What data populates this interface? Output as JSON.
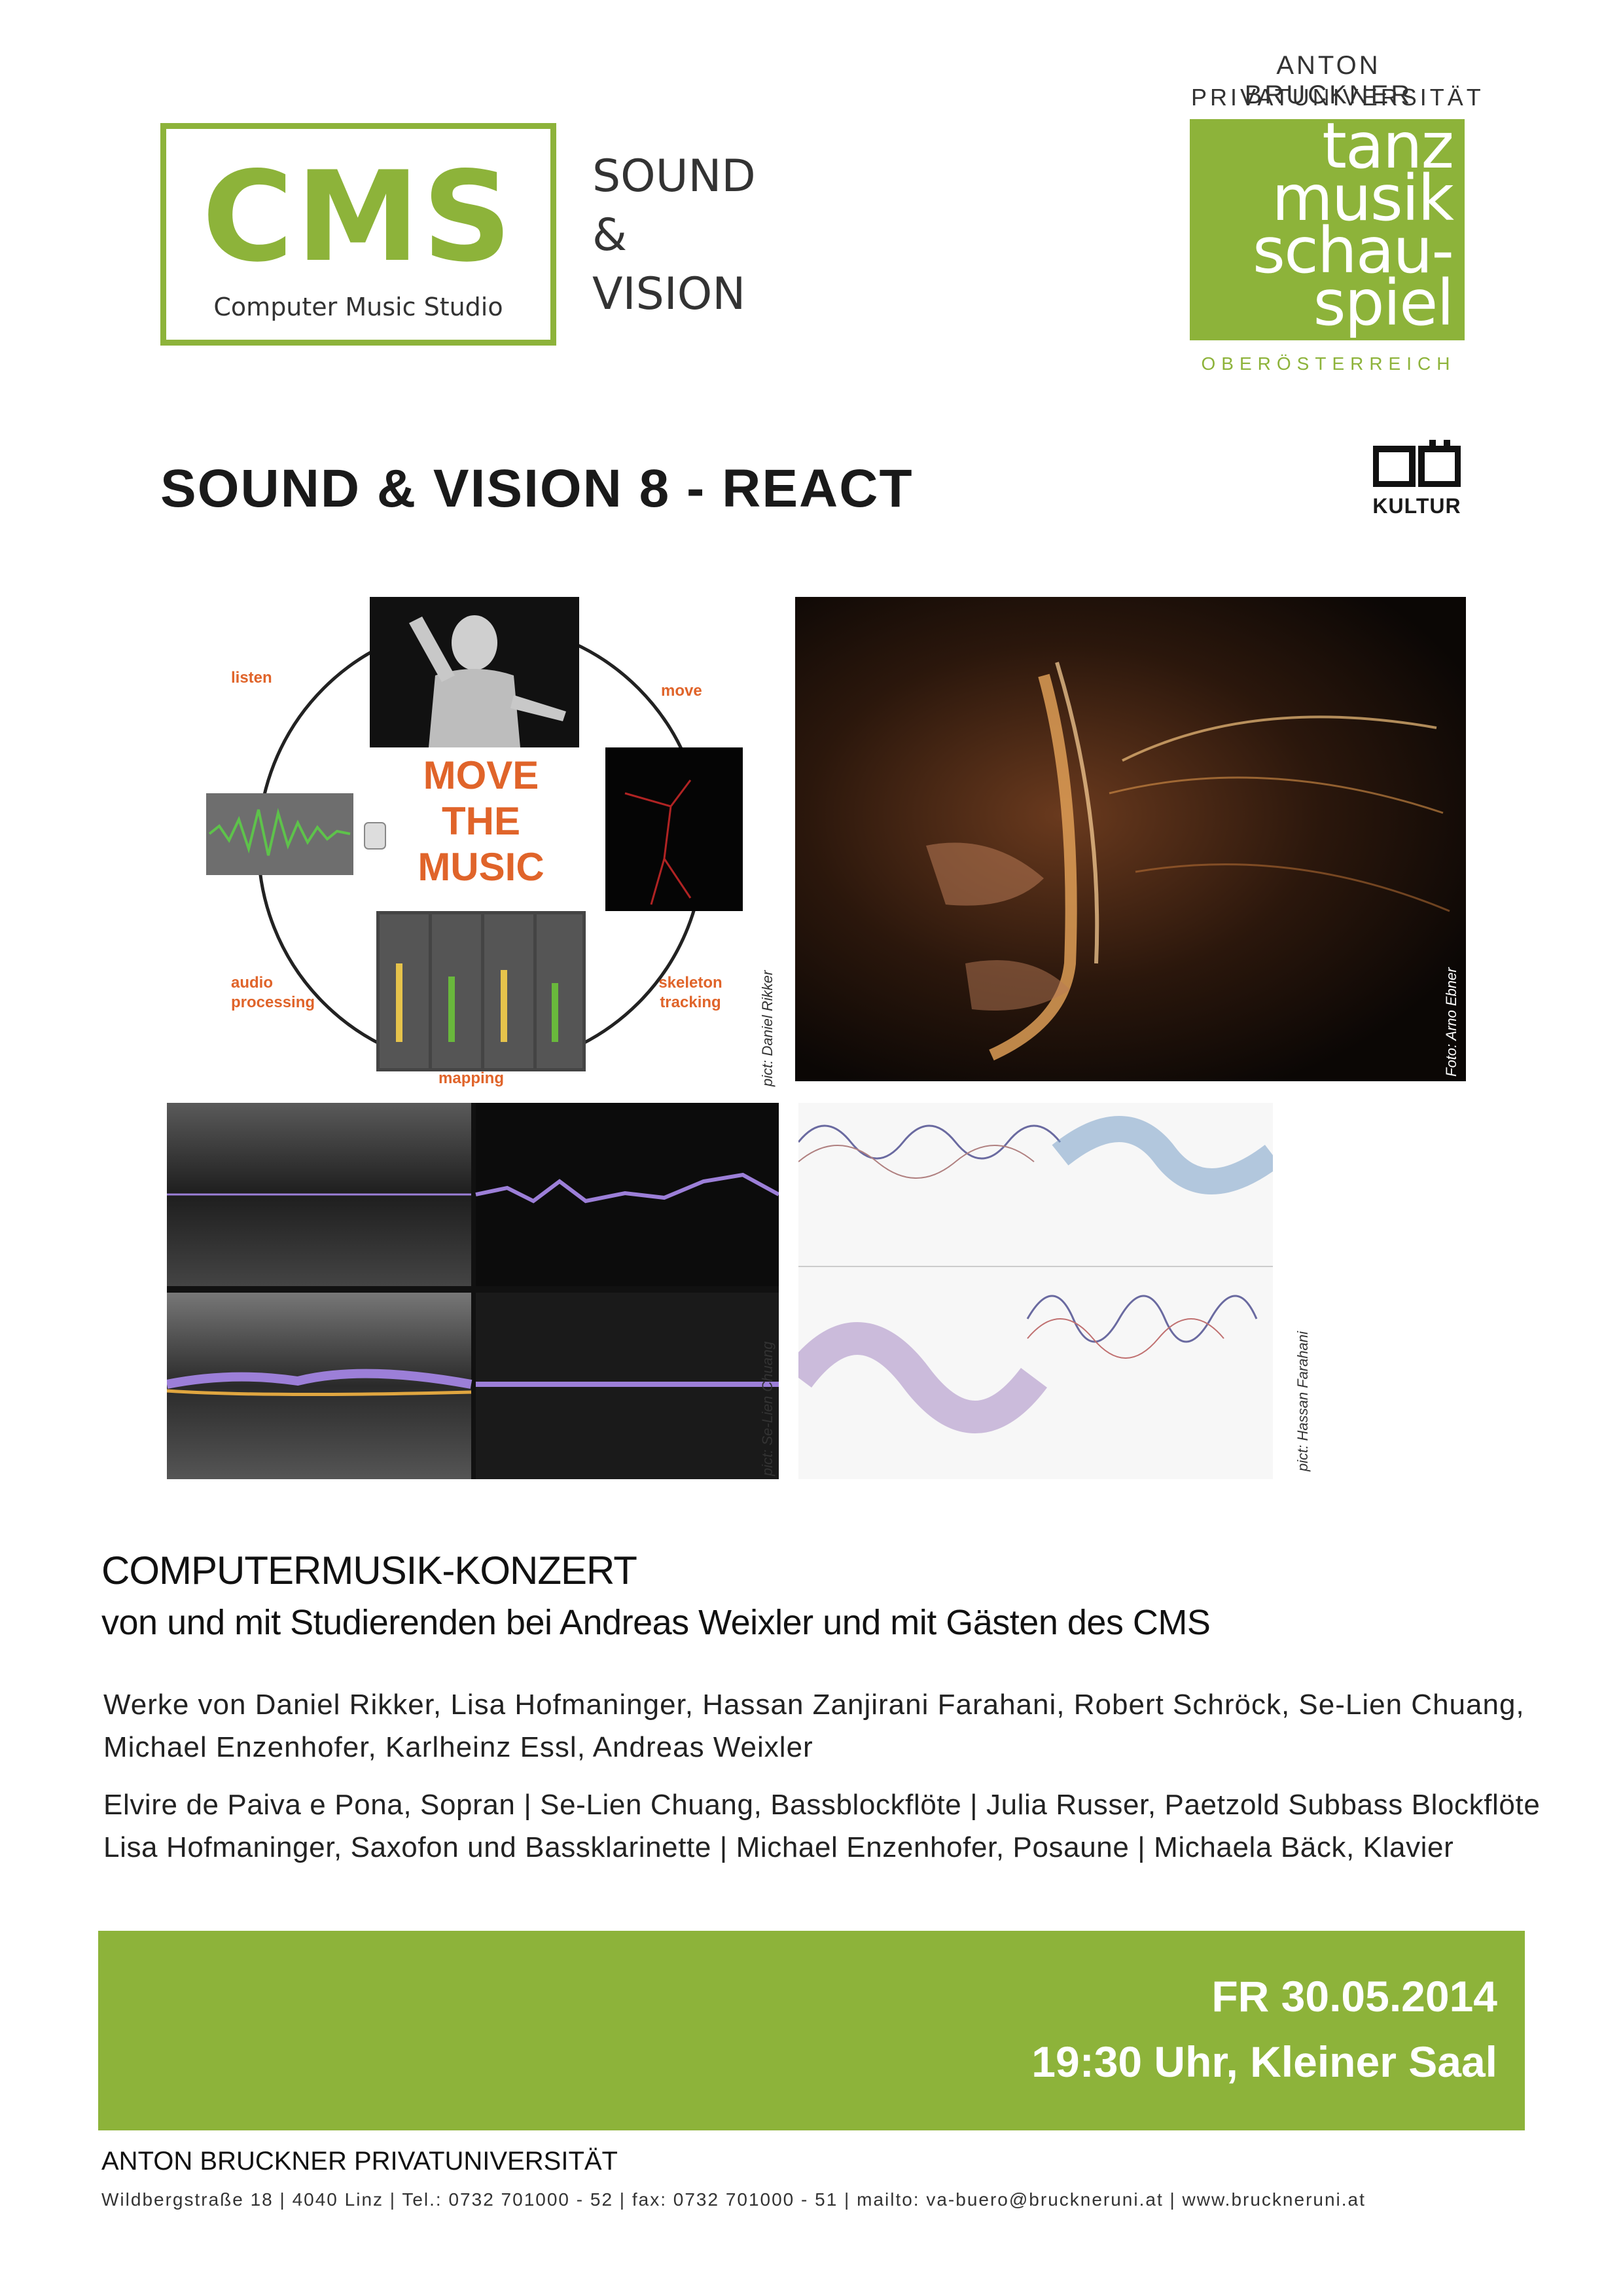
{
  "cms_logo": {
    "big": "CMS",
    "small": "Computer Music Studio",
    "side_lines": [
      "SOUND",
      "&",
      "VISION"
    ]
  },
  "bruckner_logo": {
    "line1": "ANTON BRUCKNER",
    "line2": "PRIVATUNIVERSITÄT",
    "words": [
      "tanz",
      "musik",
      "schau-",
      "spiel"
    ],
    "line3": "OBERÖSTERREICH"
  },
  "ooe_logo": {
    "text": "KULTUR"
  },
  "title": "SOUND & VISION 8 - REACT",
  "diagram": {
    "words": [
      "listen",
      "move",
      "audio processing",
      "skeleton tracking",
      "mapping"
    ],
    "center_lines": [
      "MOVE",
      "THE",
      "MUSIC"
    ]
  },
  "credits": {
    "rikker": "pict: Daniel Rikker",
    "ebner": "Foto: Arno Ebner",
    "chuang": "pict: Se-Lien Chuang",
    "farahani": "pict: Hassan Farahani"
  },
  "concert": {
    "title": "COMPUTERMUSIK-KONZERT",
    "subtitle": "von und mit Studierenden bei Andreas Weixler und mit Gästen des CMS",
    "werke_line1": "Werke von Daniel Rikker, Lisa Hofmaninger, Hassan Zanjirani Farahani, Robert Schröck, Se-Lien Chuang,",
    "werke_line2": "Michael Enzenhofer, Karlheinz Essl, Andreas Weixler",
    "performers_line1": "Elvire de Paiva e Pona, Sopran | Se-Lien Chuang, Bassblockflöte | Julia Russer, Paetzold Subbass Blockflöte",
    "performers_line2": "Lisa Hofmaninger, Saxofon und Bassklarinette | Michael Enzenhofer, Posaune | Michaela Bäck, Klavier"
  },
  "event": {
    "date": "FR 30.05.2014",
    "time_place": "19:30 Uhr, Kleiner Saal"
  },
  "footer": {
    "name": "ANTON BRUCKNER PRIVATUNIVERSITÄT",
    "address": "Wildbergstraße 18 | 4040 Linz | Tel.: 0732 701000 - 52 | fax: 0732 701000 - 51 | mailto: va-buero@bruckneruni.at | www.bruckneruni.at"
  },
  "colors": {
    "accent_green": "#8db33a",
    "text": "#1a1a1a"
  }
}
